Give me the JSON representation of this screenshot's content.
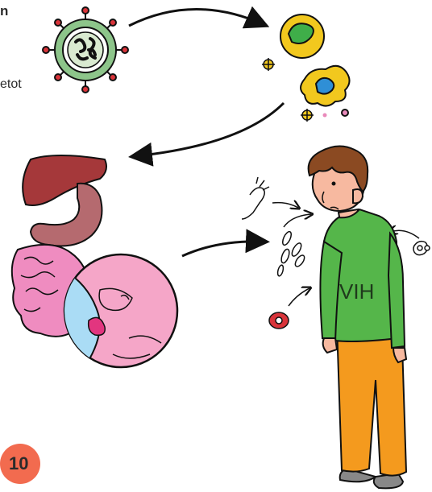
{
  "fragment_top": "n",
  "fragment_left": "etot",
  "shirt_label": "VIH",
  "page_number": "10",
  "colors": {
    "virus_green": "#8dc58a",
    "virus_red": "#d9343a",
    "cell_yellow": "#f2c81e",
    "nucleus_green": "#3fae49",
    "nucleus_blue": "#2f8fd6",
    "liver": "#a5383a",
    "stomach": "#b56a6f",
    "intestine": "#ef8cc0",
    "magnifier_blue": "#aadcf5",
    "shirt": "#55b64a",
    "pants": "#f49a1e",
    "skin": "#f7b9a0",
    "hair": "#8b4a22",
    "page_badge": "#f26b4f"
  }
}
